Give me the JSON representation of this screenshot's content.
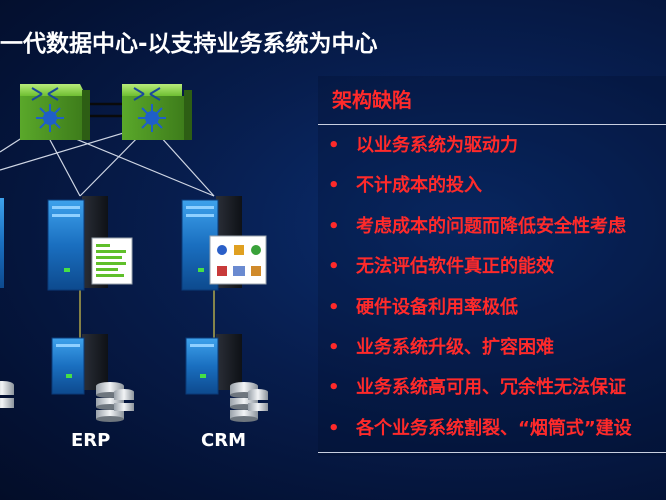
{
  "slide": {
    "title": "一代数据中心-以支持业务系统为中心"
  },
  "panel": {
    "heading": "架构缺陷",
    "bullet_symbol": "•",
    "bullets": [
      "以业务系统为驱动力",
      "不计成本的投入",
      "考虑成本的问题而降低安全性考虑",
      "无法评估软件真正的能效",
      "硬件设备利用率极低",
      "业务系统升级、扩容困难",
      "业务系统高可用、冗余性无法保证",
      "各个业务系统割裂、“烟筒式”建设"
    ]
  },
  "diagram": {
    "labels": {
      "erp": "ERP",
      "crm": "CRM"
    }
  },
  "colors": {
    "accent_red": "#ff2a2a",
    "switch_green": "#8fd44a",
    "server_blue": "#1f7fd0",
    "background": "#071d4d"
  }
}
